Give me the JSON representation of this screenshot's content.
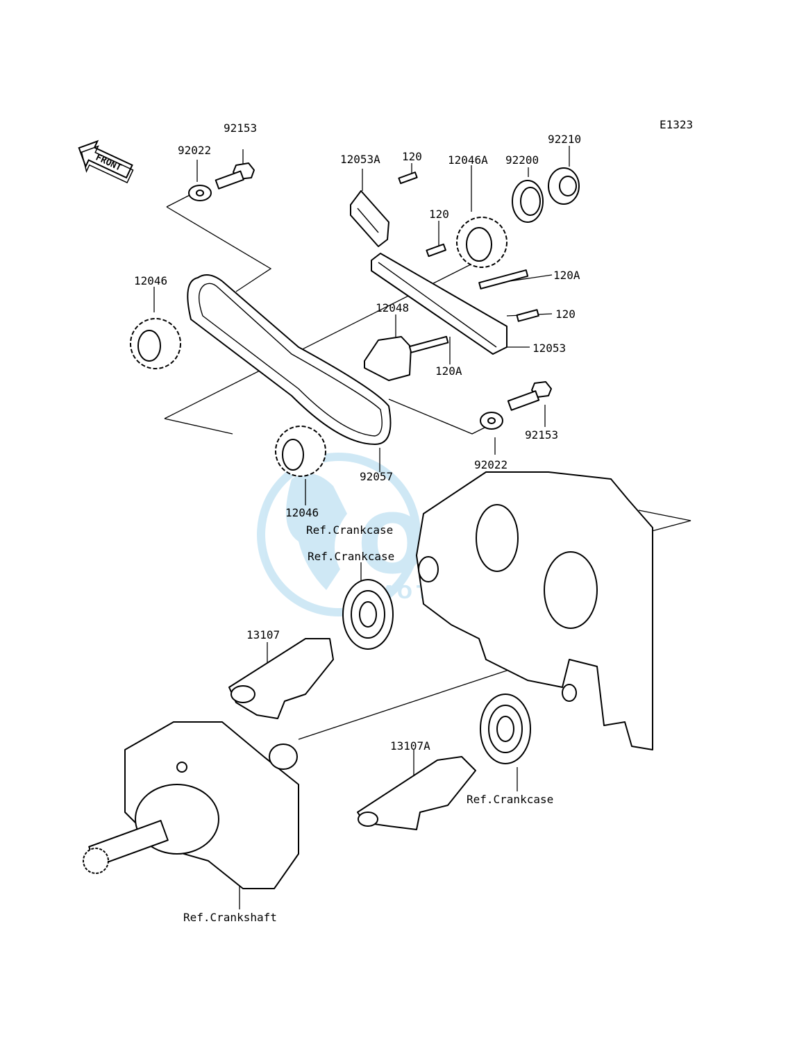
{
  "diagram_code": "E1323",
  "front_label": "FRONT",
  "watermark": {
    "brand": "OEM",
    "sub": "MOTORPARTS",
    "color": "#a9d7ee"
  },
  "callouts": {
    "c92153_top": "92153",
    "c92022_top": "92022",
    "c12053A": "12053A",
    "c120_a": "120",
    "c12046A": "12046A",
    "c92200": "92200",
    "c92210": "92210",
    "c120_b": "120",
    "c120A_a": "120A",
    "c120_c": "120",
    "c12046_top": "12046",
    "c12048": "12048",
    "c12053": "12053",
    "c120A_b": "120A",
    "c92153_mid": "92153",
    "c92022_mid": "92022",
    "c92057": "92057",
    "c12046_low": "12046",
    "ref_crankcase_1": "Ref.Crankcase",
    "ref_crankcase_2": "Ref.Crankcase",
    "c13107": "13107",
    "c13107A": "13107A",
    "ref_crankcase_3": "Ref.Crankcase",
    "ref_crankshaft": "Ref.Crankshaft"
  }
}
